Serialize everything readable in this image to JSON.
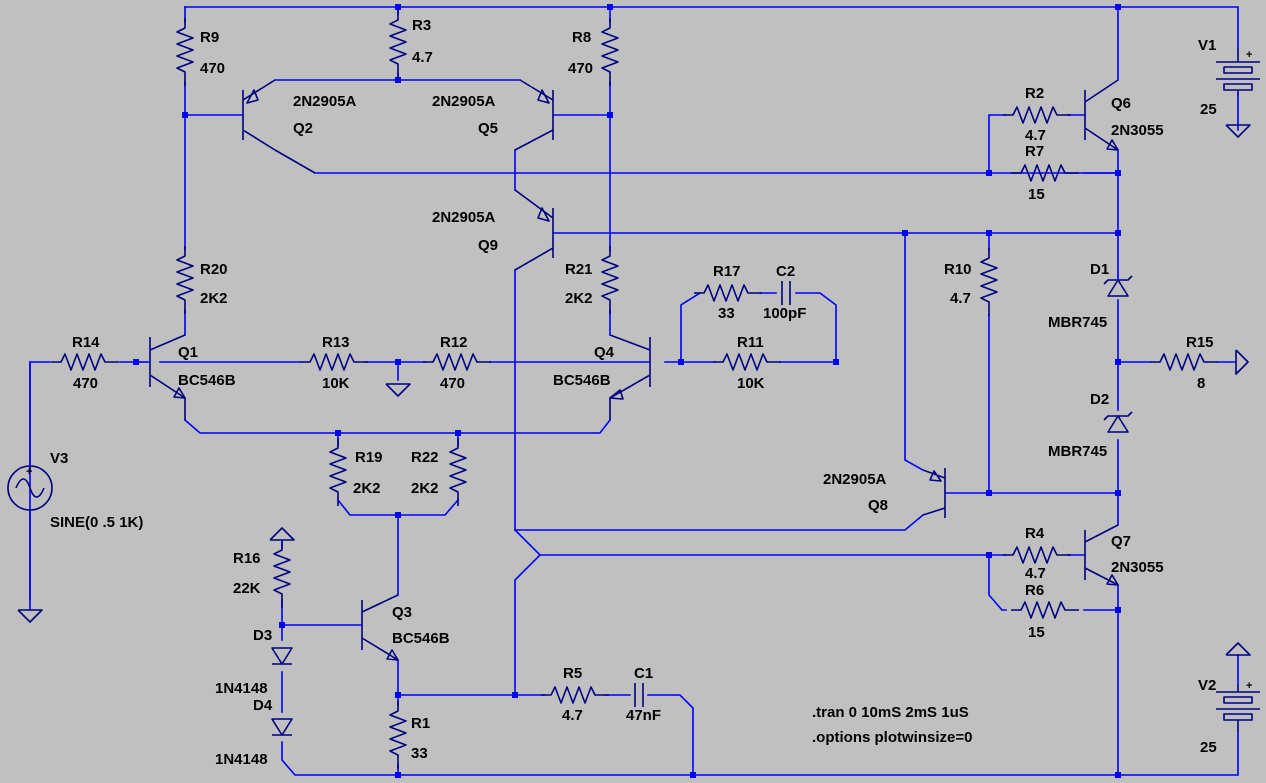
{
  "resistors": {
    "R1": {
      "name": "R1",
      "value": "33"
    },
    "R2": {
      "name": "R2",
      "value": "4.7"
    },
    "R3": {
      "name": "R3",
      "value": "4.7"
    },
    "R4": {
      "name": "R4",
      "value": "4.7"
    },
    "R5": {
      "name": "R5",
      "value": "4.7"
    },
    "R6": {
      "name": "R6",
      "value": "15"
    },
    "R7": {
      "name": "R7",
      "value": "15"
    },
    "R8": {
      "name": "R8",
      "value": "470"
    },
    "R9": {
      "name": "R9",
      "value": "470"
    },
    "R10": {
      "name": "R10",
      "value": "4.7"
    },
    "R11": {
      "name": "R11",
      "value": "10K"
    },
    "R12": {
      "name": "R12",
      "value": "470"
    },
    "R13": {
      "name": "R13",
      "value": "10K"
    },
    "R14": {
      "name": "R14",
      "value": "470"
    },
    "R15": {
      "name": "R15",
      "value": "8"
    },
    "R16": {
      "name": "R16",
      "value": "22K"
    },
    "R17": {
      "name": "R17",
      "value": "33"
    },
    "R19": {
      "name": "R19",
      "value": "2K2"
    },
    "R20": {
      "name": "R20",
      "value": "2K2"
    },
    "R21": {
      "name": "R21",
      "value": "2K2"
    },
    "R22": {
      "name": "R22",
      "value": "2K2"
    }
  },
  "capacitors": {
    "C1": {
      "name": "C1",
      "value": "47nF"
    },
    "C2": {
      "name": "C2",
      "value": "100pF"
    }
  },
  "transistors": {
    "Q1": {
      "name": "Q1",
      "model": "BC546B"
    },
    "Q2": {
      "name": "Q2",
      "model": "2N2905A"
    },
    "Q3": {
      "name": "Q3",
      "model": "BC546B"
    },
    "Q4": {
      "name": "Q4",
      "model": "BC546B"
    },
    "Q5": {
      "name": "Q5",
      "model": "2N2905A"
    },
    "Q6": {
      "name": "Q6",
      "model": "2N3055"
    },
    "Q7": {
      "name": "Q7",
      "model": "2N3055"
    },
    "Q8": {
      "name": "Q8",
      "model": "2N2905A"
    },
    "Q9": {
      "name": "Q9",
      "model": "2N2905A"
    }
  },
  "diodes": {
    "D1": {
      "name": "D1",
      "model": "MBR745"
    },
    "D2": {
      "name": "D2",
      "model": "MBR745"
    },
    "D3": {
      "name": "D3",
      "model": "1N4148"
    },
    "D4": {
      "name": "D4",
      "model": "1N4148"
    }
  },
  "sources": {
    "V1": {
      "name": "V1",
      "value": "25"
    },
    "V2": {
      "name": "V2",
      "value": "25"
    },
    "V3": {
      "name": "V3",
      "value": "SINE(0 .5 1K)"
    }
  },
  "directives": {
    "tran": ".tran 0 10mS 2mS 1uS",
    "options": ".options plotwinsize=0"
  },
  "colors": {
    "background": "#c0c0c0",
    "wire": "#0000ff",
    "component": "#000080",
    "text": "#000000"
  }
}
